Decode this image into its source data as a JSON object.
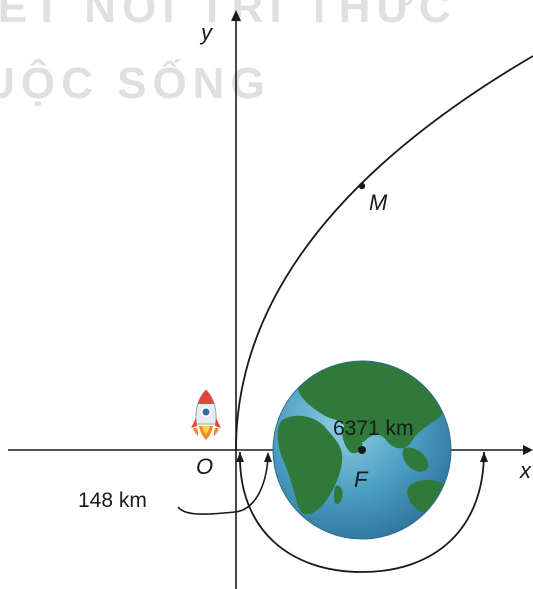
{
  "watermark": {
    "line1": "KẾT NỐI TRI THỨC",
    "line2": "VỚI CUỘC SỐNG"
  },
  "axes": {
    "x_label": "x",
    "y_label": "y",
    "origin_label": "O"
  },
  "points": {
    "M_label": "M",
    "F_label": "F"
  },
  "measurements": {
    "gap_label": "148 km",
    "radius_label": "6371 km"
  },
  "colors": {
    "ocean": "#3f8fb5",
    "ocean_light": "#7cc3dd",
    "land": "#2f7a3a",
    "line": "#1a1a1a",
    "rocket_flame": "#f08a2a"
  },
  "icons": {
    "rocket": "rocket-icon",
    "earth": "earth-globe"
  }
}
